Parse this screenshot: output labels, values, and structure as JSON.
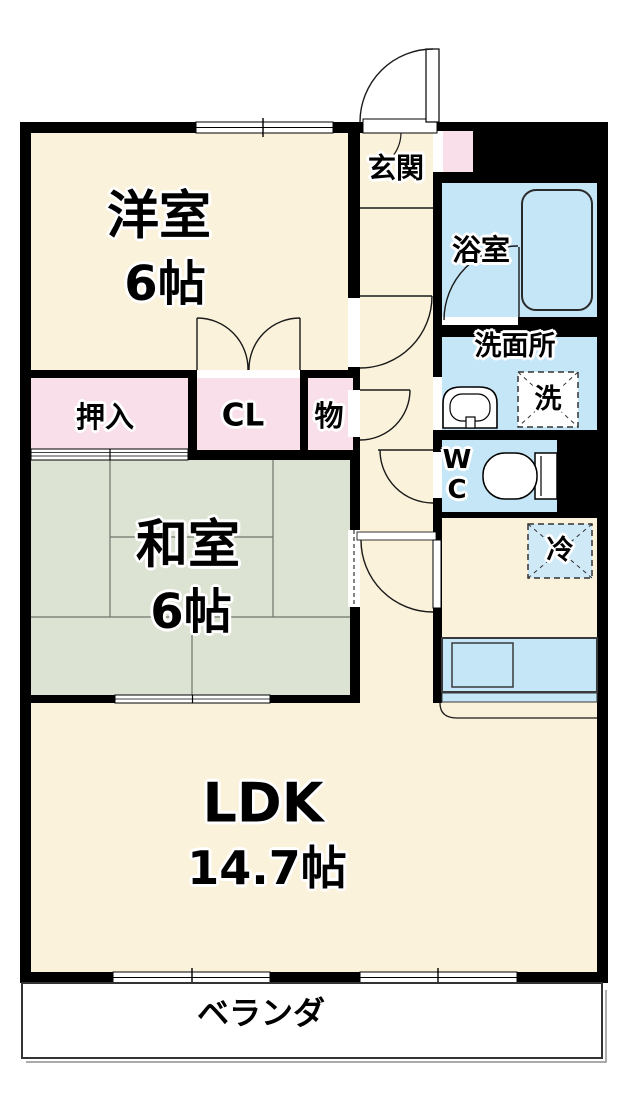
{
  "rooms": {
    "western_room": {
      "label": "洋室",
      "size": "6帖"
    },
    "japanese_room": {
      "label": "和室",
      "size": "6帖"
    },
    "ldk": {
      "label": "LDK",
      "size": "14.7帖"
    },
    "entrance": {
      "label": "玄関"
    },
    "bathroom": {
      "label": "浴室"
    },
    "washroom": {
      "label": "洗面所"
    },
    "toilet": {
      "line1": "W",
      "line2": "C"
    },
    "closet_oshiire": {
      "label": "押入"
    },
    "closet_cl": {
      "label": "CL"
    },
    "closet_mono": {
      "label": "物"
    },
    "veranda": {
      "label": "ベランダ"
    }
  },
  "fixtures": {
    "washing_machine": {
      "label": "洗"
    },
    "refrigerator": {
      "label": "冷"
    }
  },
  "colors": {
    "wall": "#000000",
    "room_cream": "#fbf2dc",
    "closet_pink": "#f9dfe9",
    "tatami_green": "#dce3d3",
    "wet_area_blue": "#c5e6f6",
    "veranda_white": "#ffffff",
    "line": "#1a1a1a"
  }
}
